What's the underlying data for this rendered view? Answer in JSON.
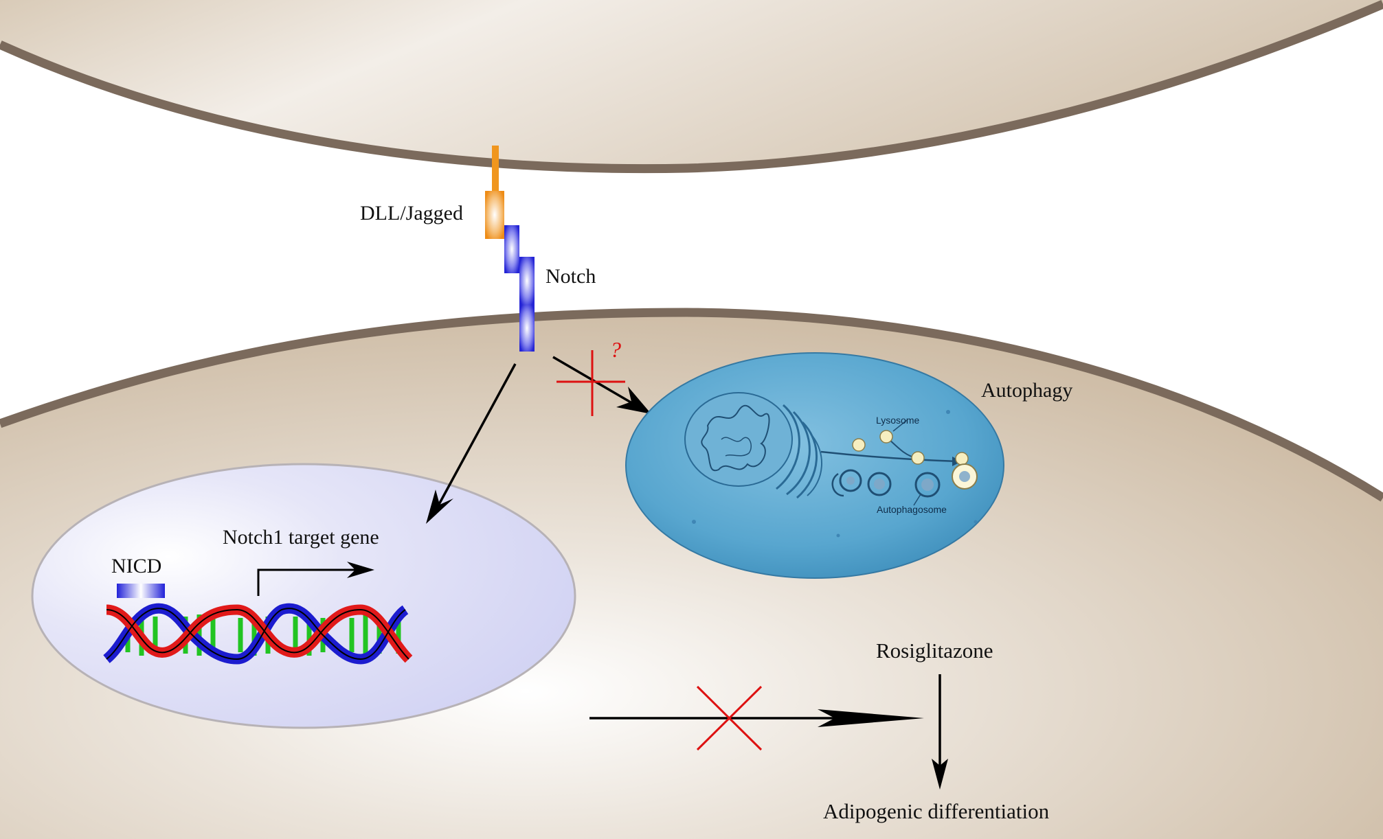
{
  "labels": {
    "ligand": "DLL/Jagged",
    "receptor": "Notch",
    "question_mark": "?",
    "autophagy": "Autophagy",
    "nucleus_gene": "Notch1 target gene",
    "nicd": "NICD",
    "drug": "Rosiglitazone",
    "outcome": "Adipogenic differentiation"
  },
  "inset": {
    "lysosome": "Lysosome",
    "autophagosome": "Autophagosome"
  },
  "colors": {
    "cell_fill": "#dcd0c0",
    "membrane": "#7b6a5c",
    "nucleus_fill": "#d8d9f6",
    "ligand": "#f0961e",
    "receptor": "#2b2bdd",
    "inhibition_cross": "#dd1111",
    "autophagy_cell": "#4a9dc8",
    "dna_strand_red": "#e11a1a",
    "dna_strand_blue": "#1c1ccf",
    "dna_base_green": "#22c422"
  },
  "icons": [
    "dna-helix-icon",
    "promoter-arrow-icon",
    "inhibition-cross-icon"
  ]
}
